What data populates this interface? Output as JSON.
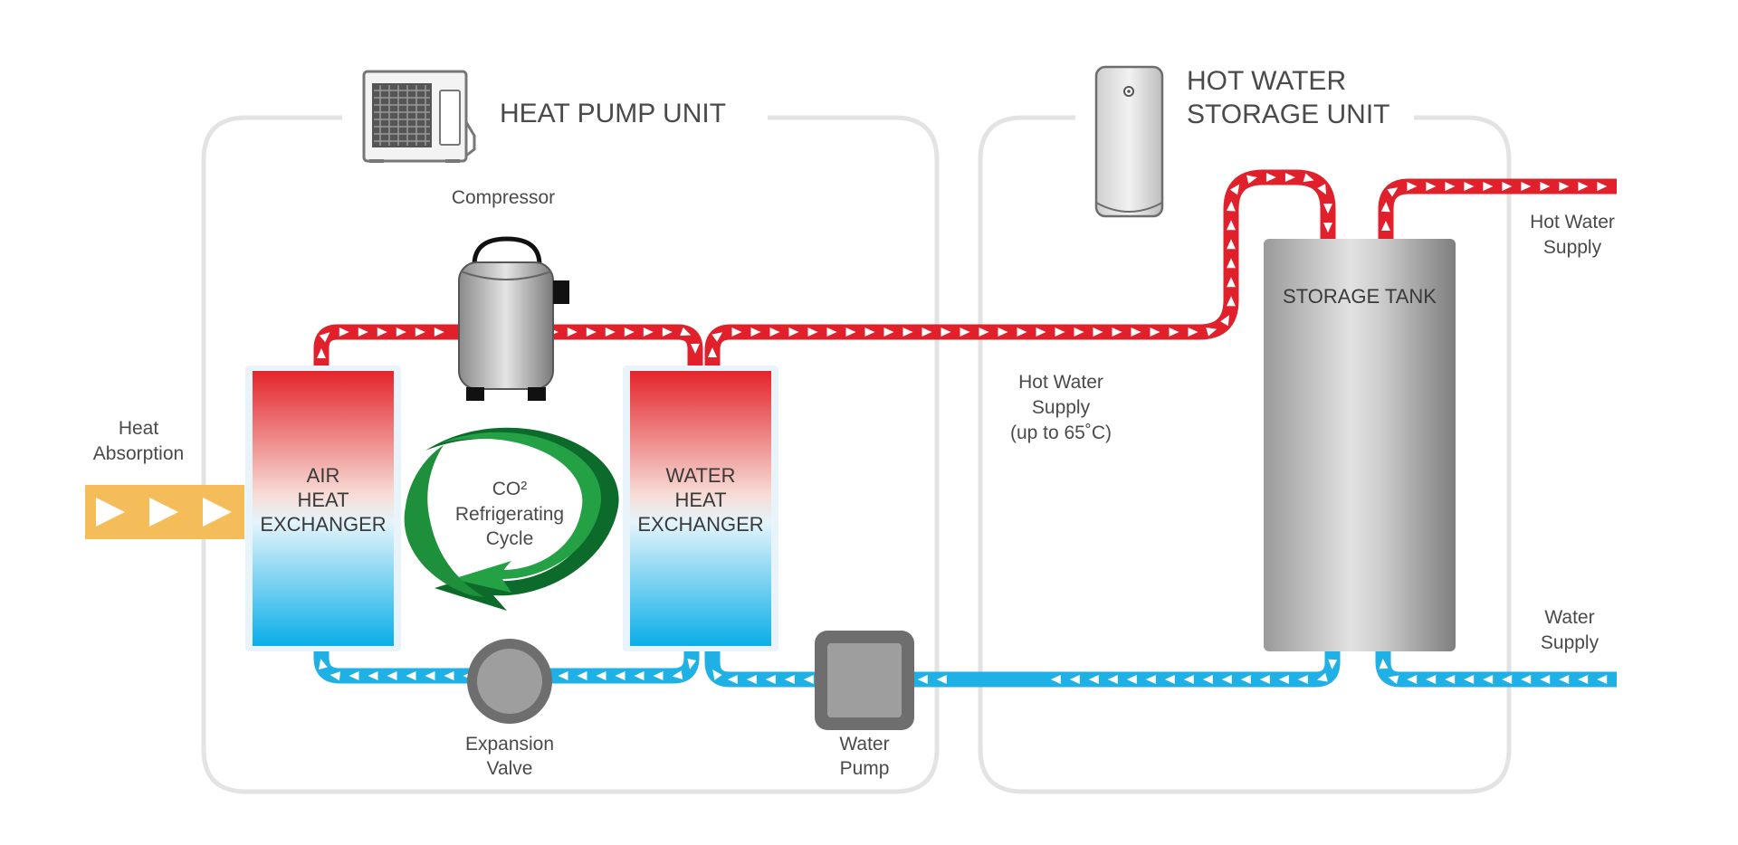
{
  "units": {
    "heat_pump": {
      "title": "HEAT PUMP UNIT"
    },
    "storage": {
      "title_line1": "HOT WATER",
      "title_line2": "STORAGE UNIT"
    }
  },
  "components": {
    "compressor": "Compressor",
    "air_hx": {
      "line1": "AIR",
      "line2": "HEAT",
      "line3": "EXCHANGER"
    },
    "water_hx": {
      "line1": "WATER",
      "line2": "HEAT",
      "line3": "EXCHANGER"
    },
    "cycle": {
      "line1": "CO²",
      "line2": "Refrigerating",
      "line3": "Cycle"
    },
    "expansion_valve": {
      "line1": "Expansion",
      "line2": "Valve"
    },
    "water_pump": {
      "line1": "Water",
      "line2": "Pump"
    },
    "storage_tank": "STORAGE TANK"
  },
  "labels": {
    "heat_absorption": {
      "line1": "Heat",
      "line2": "Absorption"
    },
    "hot_water_supply_mid": {
      "line1": "Hot Water",
      "line2": "Supply",
      "line3": "(up to 65˚C)"
    },
    "hot_water_supply_out": {
      "line1": "Hot Water",
      "line2": "Supply"
    },
    "water_supply_in": {
      "line1": "Water",
      "line2": "Supply"
    }
  },
  "colors": {
    "hot_pipe": "#e0202a",
    "cold_pipe": "#1fb1e6",
    "heat_arrow": "#f5bd5a",
    "cycle_green": "#1e8f3b",
    "frame": "#e3e3e3"
  }
}
